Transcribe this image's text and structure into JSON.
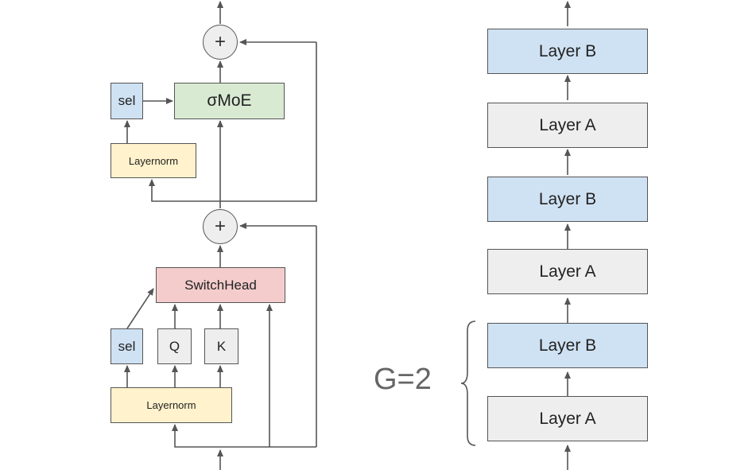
{
  "colors": {
    "blue": "#cfe2f3",
    "green": "#d9ead3",
    "yellow": "#fff2cc",
    "red": "#f4cccc",
    "gray": "#eeeeee",
    "line": "#555555"
  },
  "left": {
    "moe_label": "σMoE",
    "sel_top": "sel",
    "layernorm_top": "Layernorm",
    "plus_top": "+",
    "plus_bottom": "+",
    "switchhead_label": "SwitchHead",
    "sel_bottom": "sel",
    "q_label": "Q",
    "k_label": "K",
    "layernorm_bottom": "Layernorm"
  },
  "right": {
    "layers": [
      "Layer B",
      "Layer A",
      "Layer B",
      "Layer A",
      "Layer B",
      "Layer A"
    ],
    "group_label": "G=2"
  }
}
